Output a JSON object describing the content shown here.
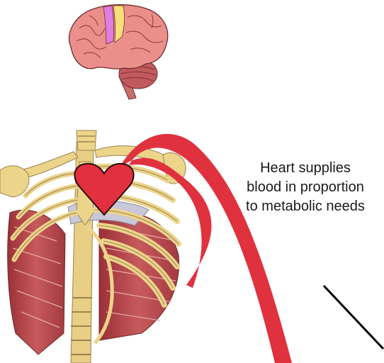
{
  "caption": {
    "lines": [
      "Heart supplies",
      "blood in proportion",
      "to metabolic needs"
    ]
  },
  "colors": {
    "artery": "#e0313e",
    "heart": "#e2303e",
    "brain": "#eb8f8b",
    "brain_motor_strip": "#e27ce0",
    "brain_sensory_strip": "#f6e07a",
    "bone": "#ecd48a",
    "muscle": "#b8434a",
    "diaphragm": "#c9c8d8",
    "connector_line": "#000000"
  },
  "icons": [
    "brain-illustration",
    "ribcage-illustration",
    "heart-icon",
    "artery-arrow"
  ]
}
